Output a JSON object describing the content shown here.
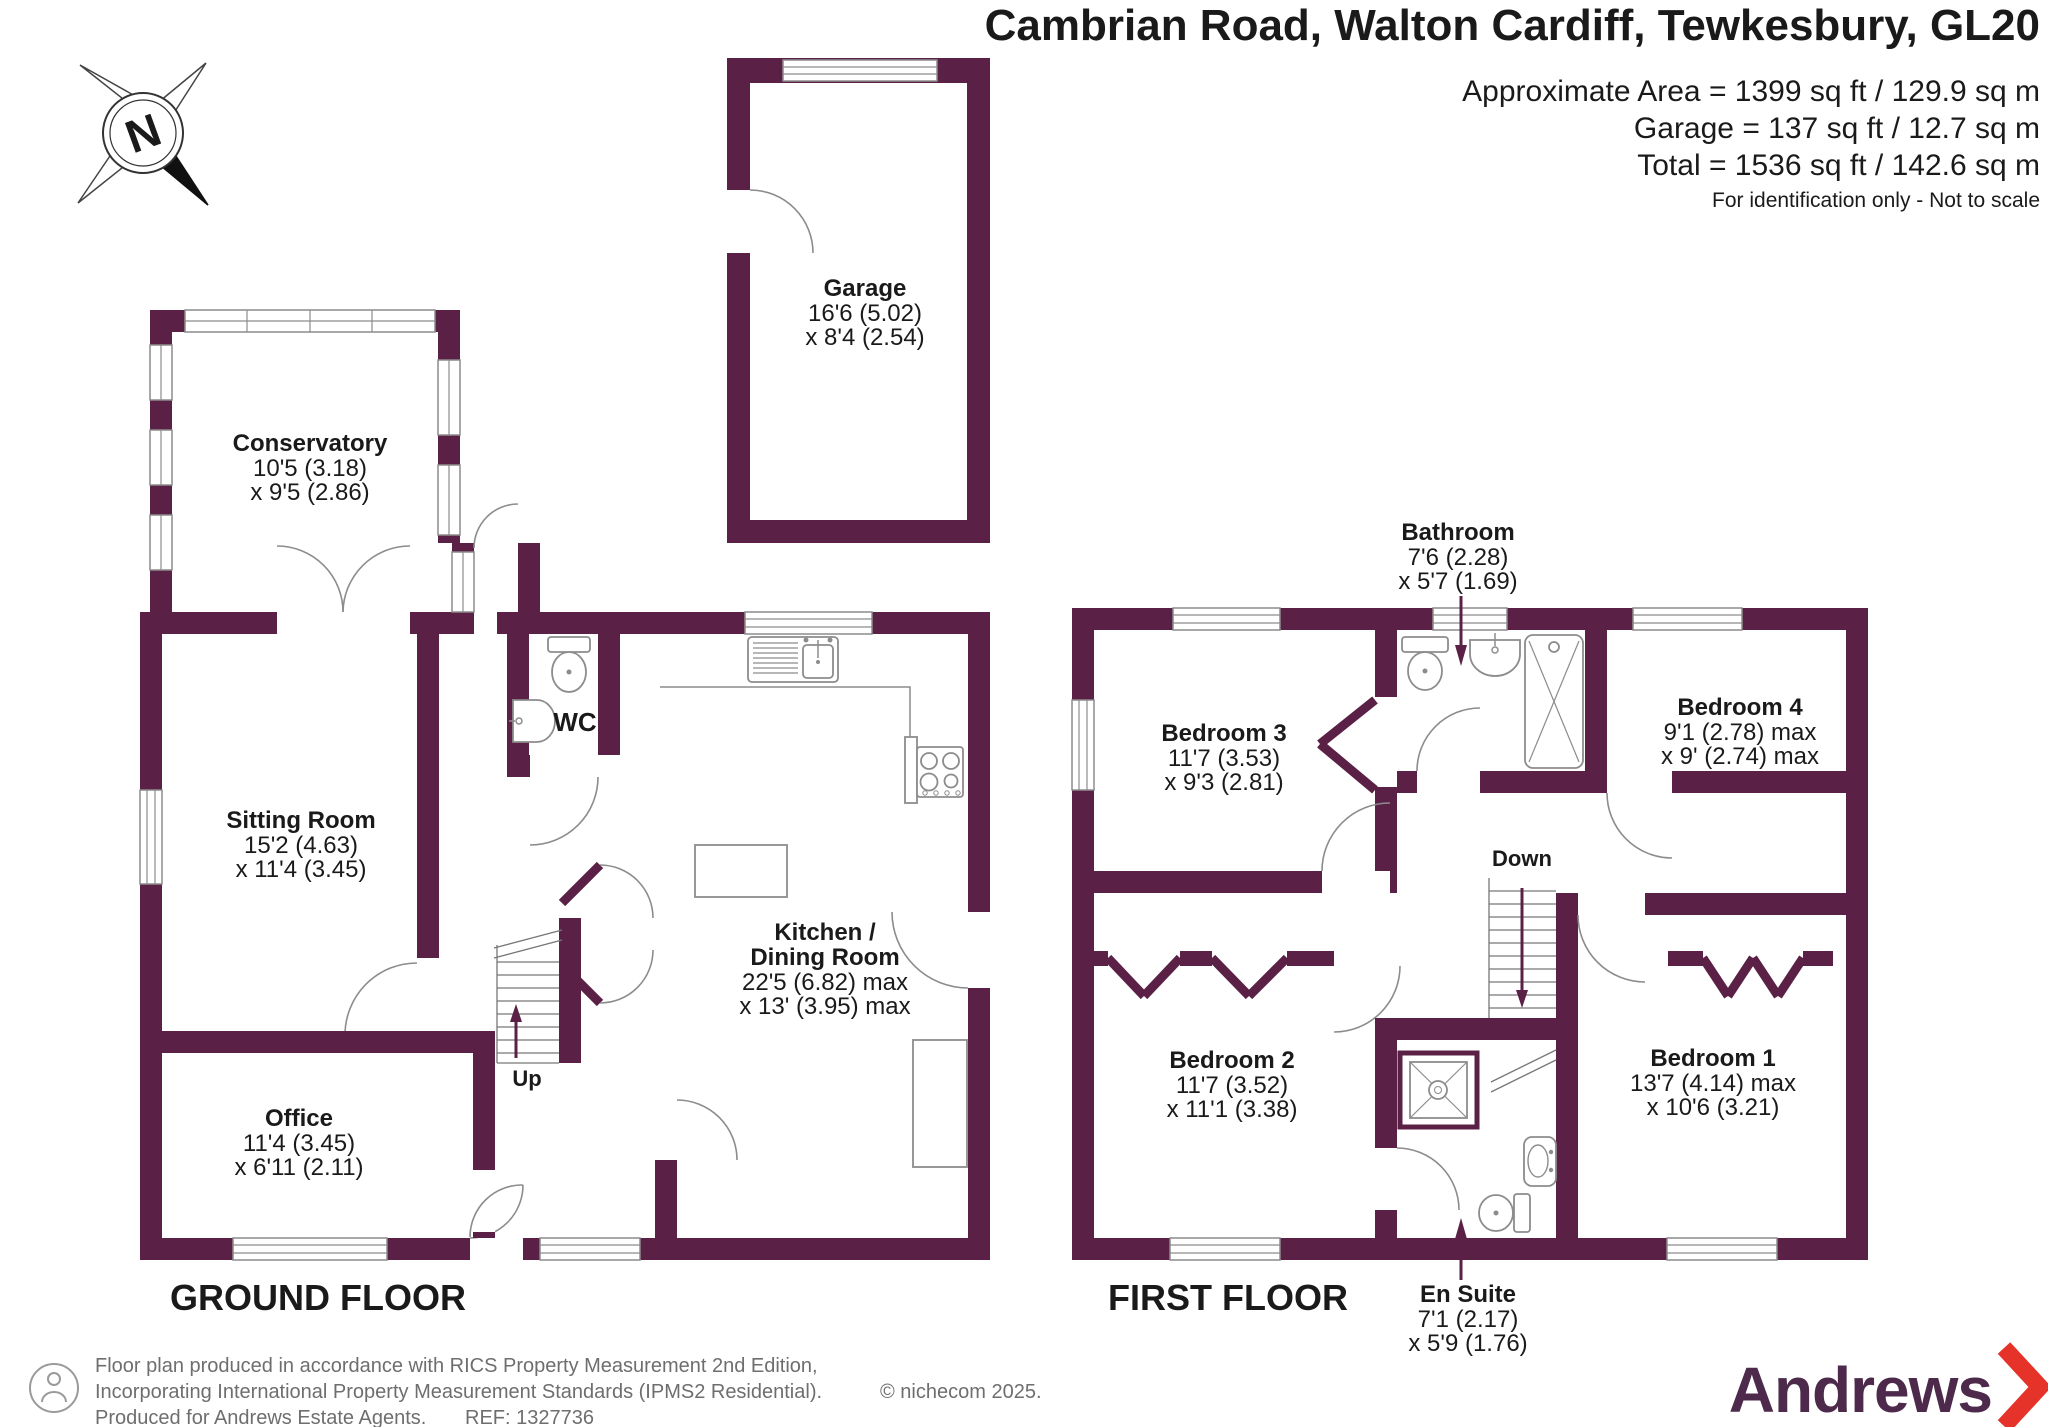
{
  "header": {
    "title": "Cambrian Road, Walton Cardiff, Tewkesbury, GL20",
    "area_line1": "Approximate Area = 1399 sq ft / 129.9 sq m",
    "area_line2": "Garage = 137 sq ft / 12.7 sq m",
    "area_line3": "Total = 1536 sq ft / 142.6 sq m",
    "disclaimer": "For identification only - Not to scale"
  },
  "compass": {
    "label": "N"
  },
  "floors": {
    "ground": {
      "label": "GROUND FLOOR"
    },
    "first": {
      "label": "FIRST FLOOR"
    }
  },
  "rooms": {
    "garage": {
      "name": "Garage",
      "dim1": "16'6 (5.02)",
      "dim2": "x 8'4 (2.54)"
    },
    "conservatory": {
      "name": "Conservatory",
      "dim1": "10'5 (3.18)",
      "dim2": "x 9'5 (2.86)"
    },
    "sitting": {
      "name": "Sitting Room",
      "dim1": "15'2 (4.63)",
      "dim2": "x 11'4 (3.45)"
    },
    "office": {
      "name": "Office",
      "dim1": "11'4 (3.45)",
      "dim2": "x 6'11 (2.11)"
    },
    "kitchen": {
      "name1": "Kitchen /",
      "name2": "Dining Room",
      "dim1": "22'5 (6.82) max",
      "dim2": "x 13' (3.95) max"
    },
    "wc": {
      "name": "WC"
    },
    "bathroom": {
      "name": "Bathroom",
      "dim1": "7'6 (2.28)",
      "dim2": "x 5'7 (1.69)"
    },
    "bedroom1": {
      "name": "Bedroom 1",
      "dim1": "13'7 (4.14) max",
      "dim2": "x 10'6 (3.21)"
    },
    "bedroom2": {
      "name": "Bedroom 2",
      "dim1": "11'7 (3.52)",
      "dim2": "x 11'1 (3.38)"
    },
    "bedroom3": {
      "name": "Bedroom 3",
      "dim1": "11'7 (3.53)",
      "dim2": "x 9'3 (2.81)"
    },
    "bedroom4": {
      "name": "Bedroom 4",
      "dim1": "9'1 (2.78) max",
      "dim2": "x 9' (2.74) max"
    },
    "ensuite": {
      "name": "En Suite",
      "dim1": "7'1 (2.17)",
      "dim2": "x 5'9 (1.76)"
    }
  },
  "stairs": {
    "up": "Up",
    "down": "Down"
  },
  "footer": {
    "line1": "Floor plan produced in accordance with RICS Property Measurement 2nd Edition,",
    "line2": "Incorporating International Property Measurement Standards (IPMS2 Residential).",
    "copyright": "© nichecom 2025.",
    "line3": "Produced for Andrews Estate Agents.",
    "ref": "REF: 1327736",
    "brand": "Andrews"
  },
  "colors": {
    "wall": "#5b2045",
    "outline_gray": "#8c8c8c",
    "text": "#1a1a1a",
    "footer_text": "#6e6e6e",
    "brand_purple": "#4d2a4b",
    "brand_red": "#e6332a"
  }
}
